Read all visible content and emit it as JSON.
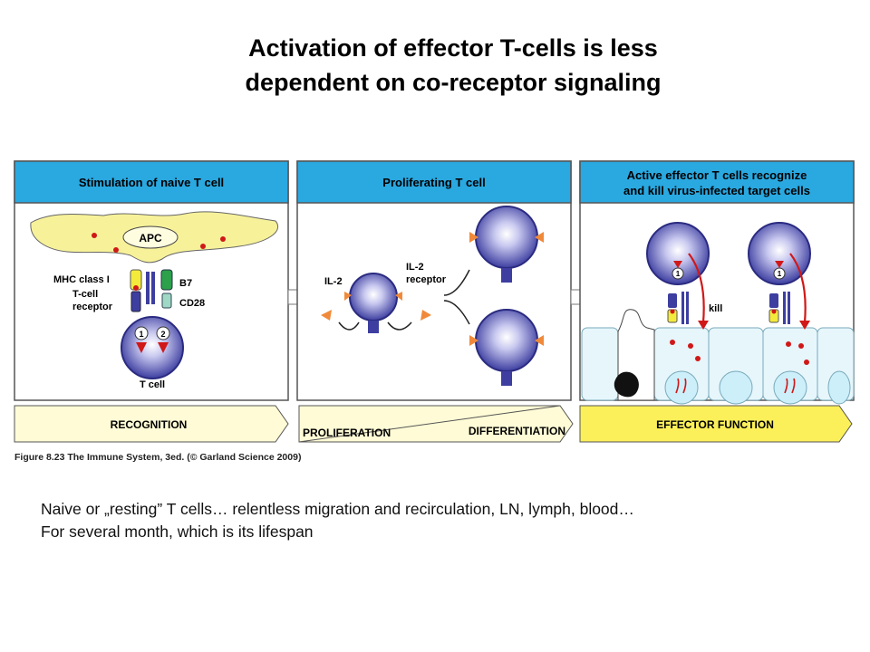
{
  "title": {
    "line1": "Activation of effector T-cells is less",
    "line2": "dependent on co-receptor signaling"
  },
  "panels": {
    "left": {
      "header": "Stimulation of naive T cell"
    },
    "middle": {
      "header": "Proliferating T cell"
    },
    "right": {
      "header_line1": "Active effector T cells recognize",
      "header_line2": "and kill virus-infected target cells"
    }
  },
  "labels": {
    "apc": "APC",
    "mhc": "MHC class I",
    "tcr_line1": "T-cell",
    "tcr_line2": "receptor",
    "b7": "B7",
    "cd28": "CD28",
    "tcell": "T cell",
    "signal1": "1",
    "signal2": "2",
    "il2": "IL-2",
    "il2r_line1": "IL-2",
    "il2r_line2": "receptor",
    "kill": "kill"
  },
  "banners": {
    "recognition": "RECOGNITION",
    "proliferation": "PROLIFERATION",
    "differentiation": "DIFFERENTIATION",
    "effector": "EFFECTOR FUNCTION"
  },
  "caption": "Figure 8.23 The Immune System, 3ed. (© Garland Science 2009)",
  "note": {
    "line1": "Naive or „resting” T cells…  relentless migration and recirculation, LN, lymph, blood…",
    "line2": "For several month, which is its lifespan"
  },
  "colors": {
    "header_blue": "#2aa8e0",
    "apc_yellow": "#f7f29a",
    "cell_purple": "#3d3ea0",
    "banner_yellow": "#fffbd6",
    "effector_yellow": "#fbf05a",
    "target_cell": "#e6f6fb",
    "dot_red": "#d01818",
    "receptor_orange": "#f08a3a"
  }
}
